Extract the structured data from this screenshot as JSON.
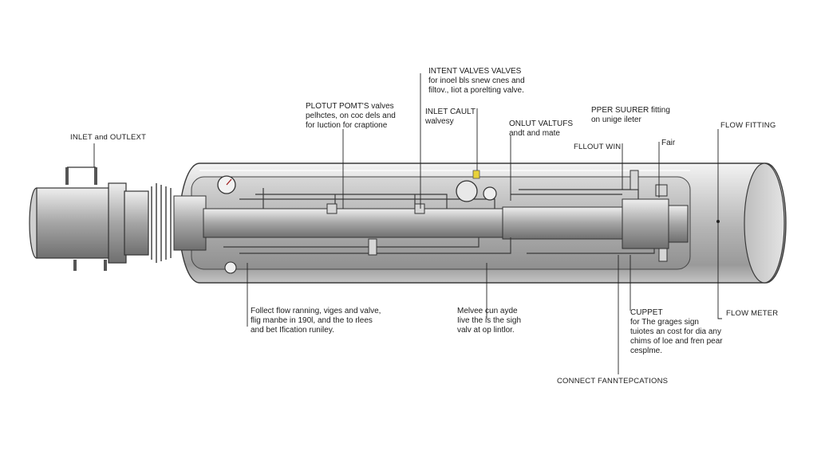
{
  "labels": {
    "inlet_outlet": "INLET and OUTLEXT",
    "plotut": [
      "PLOTUT POMT'S valves",
      "pelhctes, on coc dels and",
      "for Iuction for craptione"
    ],
    "intent": [
      "INTENT VALVES VALVES",
      "for inoel bls snew cnes and",
      "filtov., Iiot a porelting valve."
    ],
    "inlet_cault": [
      "INLET CAULT",
      "walvesy"
    ],
    "onlut": [
      "ONLUT VALTUFS",
      "andt and mate"
    ],
    "pper": [
      "PPER SUURER fitting",
      "on unige ileter"
    ],
    "flout": "FLLOUT WIN",
    "fair": "Fair",
    "flow_fitting": "FLOW FITTING",
    "follect": [
      "Follect flow ranning, viges and valve,",
      "flig manbe in 190l, and the to rlees",
      "and bet Ification runiley."
    ],
    "melvee": [
      "Melvee cun ayde",
      "Iive the is the sigh",
      "valv at op lintlor."
    ],
    "cuppet": [
      "CUPPET",
      "for The grages sign",
      "tuiotes an cost for dia any",
      "chims of loe and fren pear",
      "cesplme."
    ],
    "flow_meter": "FLOW METER",
    "connect": "CONNECT FANNTEPCATIONS"
  },
  "colors": {
    "ink": "#1c1c1c",
    "body_fill": "#c9c9c9",
    "body_dark": "#8e8e8e",
    "accent": "#e8d23a"
  }
}
